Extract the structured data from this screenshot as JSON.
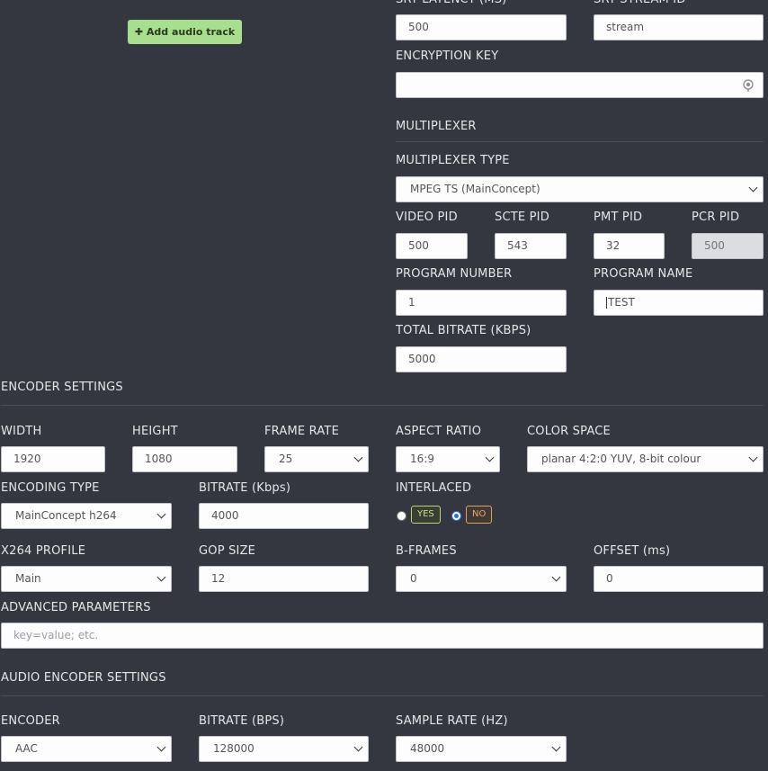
{
  "audio_track": {
    "add_label": "✚ Add audio track"
  },
  "srt": {
    "latency_label": "SRT LATENCY (MS)",
    "latency_value": "500",
    "stream_id_label": "SRT STREAM ID",
    "stream_id_value": "stream",
    "encryption_key_label": "ENCRYPTION KEY",
    "encryption_key_value": ""
  },
  "multiplexer": {
    "section_title": "MULTIPLEXER",
    "type_label": "MULTIPLEXER TYPE",
    "type_value": "MPEG TS (MainConcept)",
    "video_pid_label": "VIDEO PID",
    "video_pid_value": "500",
    "scte_pid_label": "SCTE PID",
    "scte_pid_value": "543",
    "pmt_pid_label": "PMT PID",
    "pmt_pid_value": "32",
    "pcr_pid_label": "PCR PID",
    "pcr_pid_value": "500",
    "program_number_label": "PROGRAM NUMBER",
    "program_number_value": "1",
    "program_name_label": "PROGRAM NAME",
    "program_name_value": "TEST",
    "total_bitrate_label": "TOTAL BITRATE (KBPS)",
    "total_bitrate_value": "5000"
  },
  "encoder": {
    "section_title": "ENCODER SETTINGS",
    "width_label": "WIDTH",
    "width_value": "1920",
    "height_label": "HEIGHT",
    "height_value": "1080",
    "frame_rate_label": "FRAME RATE",
    "frame_rate_value": "25",
    "aspect_ratio_label": "ASPECT RATIO",
    "aspect_ratio_value": "16:9",
    "color_space_label": "COLOR SPACE",
    "color_space_value": "planar 4:2:0 YUV, 8-bit colour",
    "encoding_type_label": "ENCODING TYPE",
    "encoding_type_value": "MainConcept h264",
    "bitrate_label": "BITRATE (Kbps)",
    "bitrate_value": "4000",
    "interlaced_label": "INTERLACED",
    "interlaced_yes": "YES",
    "interlaced_no": "NO",
    "profile_label": "X264 PROFILE",
    "profile_value": "Main",
    "gop_label": "GOP SIZE",
    "gop_value": "12",
    "bframes_label": "B-FRAMES",
    "bframes_value": "0",
    "offset_label": "OFFSET (ms)",
    "offset_value": "0",
    "advanced_label": "ADVANCED PARAMETERS",
    "advanced_placeholder": "key=value; etc."
  },
  "audio_encoder": {
    "section_title": "AUDIO ENCODER SETTINGS",
    "encoder_label": "ENCODER",
    "encoder_value": "AAC",
    "bitrate_label": "BITRATE (BPS)",
    "bitrate_value": "128000",
    "sample_rate_label": "SAMPLE RATE (HZ)",
    "sample_rate_value": "48000"
  },
  "colors": {
    "background": "#353740",
    "add_button": "#a8df8e",
    "yes_pill": "#c9e07a",
    "no_pill": "#e8a868",
    "radio_selected": "#2d6ee6"
  }
}
